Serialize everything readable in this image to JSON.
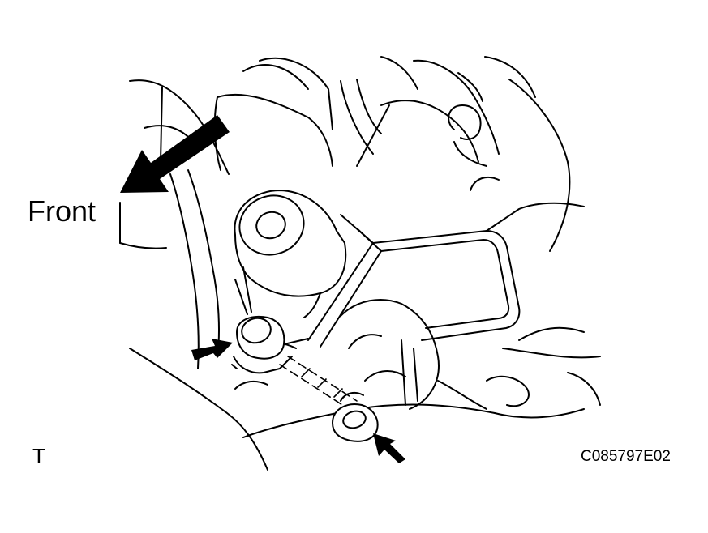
{
  "labels": {
    "direction": "Front",
    "view": "T",
    "figure_code": "C085797E02"
  },
  "colors": {
    "line": "#000000",
    "background": "#ffffff"
  },
  "icons": {
    "direction_arrow": "front-direction-arrow-icon",
    "bolt_arrow": "pointer-arrow-icon"
  }
}
